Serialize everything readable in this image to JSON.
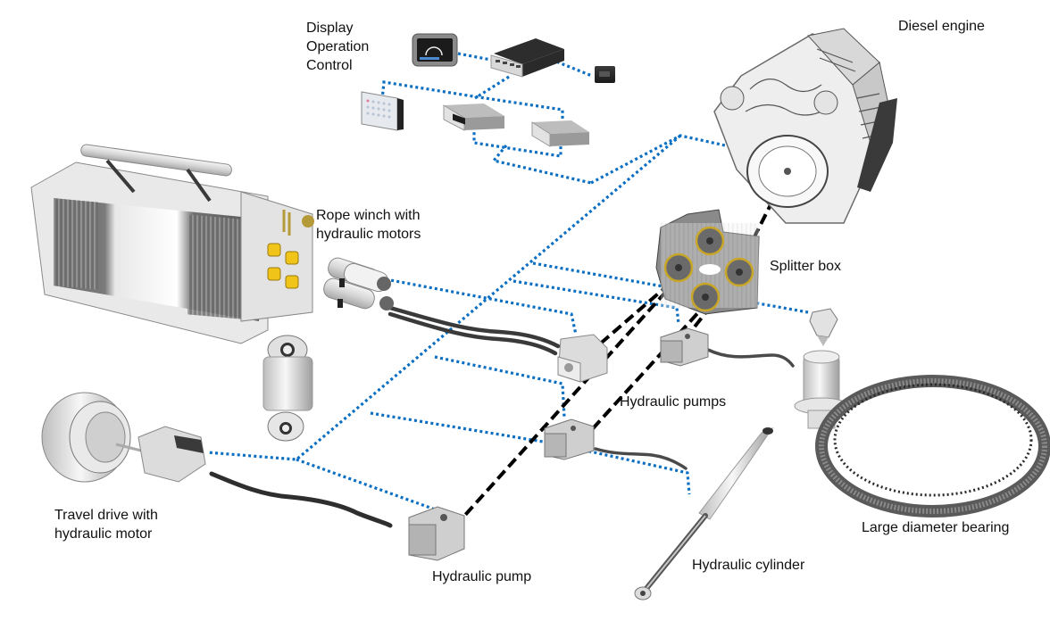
{
  "diagram": {
    "type": "component-network",
    "colors": {
      "control_link": "#0a6fc2",
      "mechanical_shaft": "#000000",
      "hose": "#4a4a4a",
      "label_text": "#111111",
      "background": "#ffffff"
    },
    "legend_semantics": {
      "control_link": "blue dotted line = electronic control connection",
      "mechanical_shaft": "black dashed line = mechanical drive shaft",
      "hose": "dark tube = hydraulic hose"
    },
    "labels": {
      "control": [
        "Display",
        "Operation",
        "Control"
      ],
      "diesel_engine": "Diesel engine",
      "rope_winch": [
        "Rope winch with",
        "hydraulic motors"
      ],
      "splitter_box": "Splitter box",
      "hydraulic_pumps": "Hydraulic pumps",
      "travel_drive": [
        "Travel drive with",
        "hydraulic motor"
      ],
      "hydraulic_pump": "Hydraulic pump",
      "hydraulic_cylinder": "Hydraulic cylinder",
      "large_bearing": "Large diameter bearing"
    },
    "components": [
      {
        "id": "display",
        "name": "Display unit"
      },
      {
        "id": "controller-main",
        "name": "Main controller"
      },
      {
        "id": "sensor-box",
        "name": "Sensor module"
      },
      {
        "id": "keypad",
        "name": "Operation keypad"
      },
      {
        "id": "ecu-1",
        "name": "Control unit 1"
      },
      {
        "id": "ecu-2",
        "name": "Control unit 2"
      },
      {
        "id": "diesel-engine",
        "name": "Diesel engine"
      },
      {
        "id": "splitter-box",
        "name": "Splitter box"
      },
      {
        "id": "rope-winch",
        "name": "Rope winch with hydraulic motors"
      },
      {
        "id": "winch-motors",
        "name": "Hydraulic motor pack"
      },
      {
        "id": "winch-cylinder",
        "name": "Hydraulic cylinder (short)"
      },
      {
        "id": "main-pump",
        "name": "Hydraulic pump (center)"
      },
      {
        "id": "pump-right",
        "name": "Hydraulic pump (right)"
      },
      {
        "id": "pump-mid",
        "name": "Hydraulic pump (middle)"
      },
      {
        "id": "pump-bottom",
        "name": "Hydraulic pump"
      },
      {
        "id": "travel-drive",
        "name": "Travel drive with hydraulic motor"
      },
      {
        "id": "hyd-cylinder",
        "name": "Hydraulic cylinder"
      },
      {
        "id": "slew-motor",
        "name": "Slewing motor"
      },
      {
        "id": "slew-gear",
        "name": "Slewing gearbox"
      },
      {
        "id": "bearing",
        "name": "Large diameter bearing"
      }
    ]
  }
}
